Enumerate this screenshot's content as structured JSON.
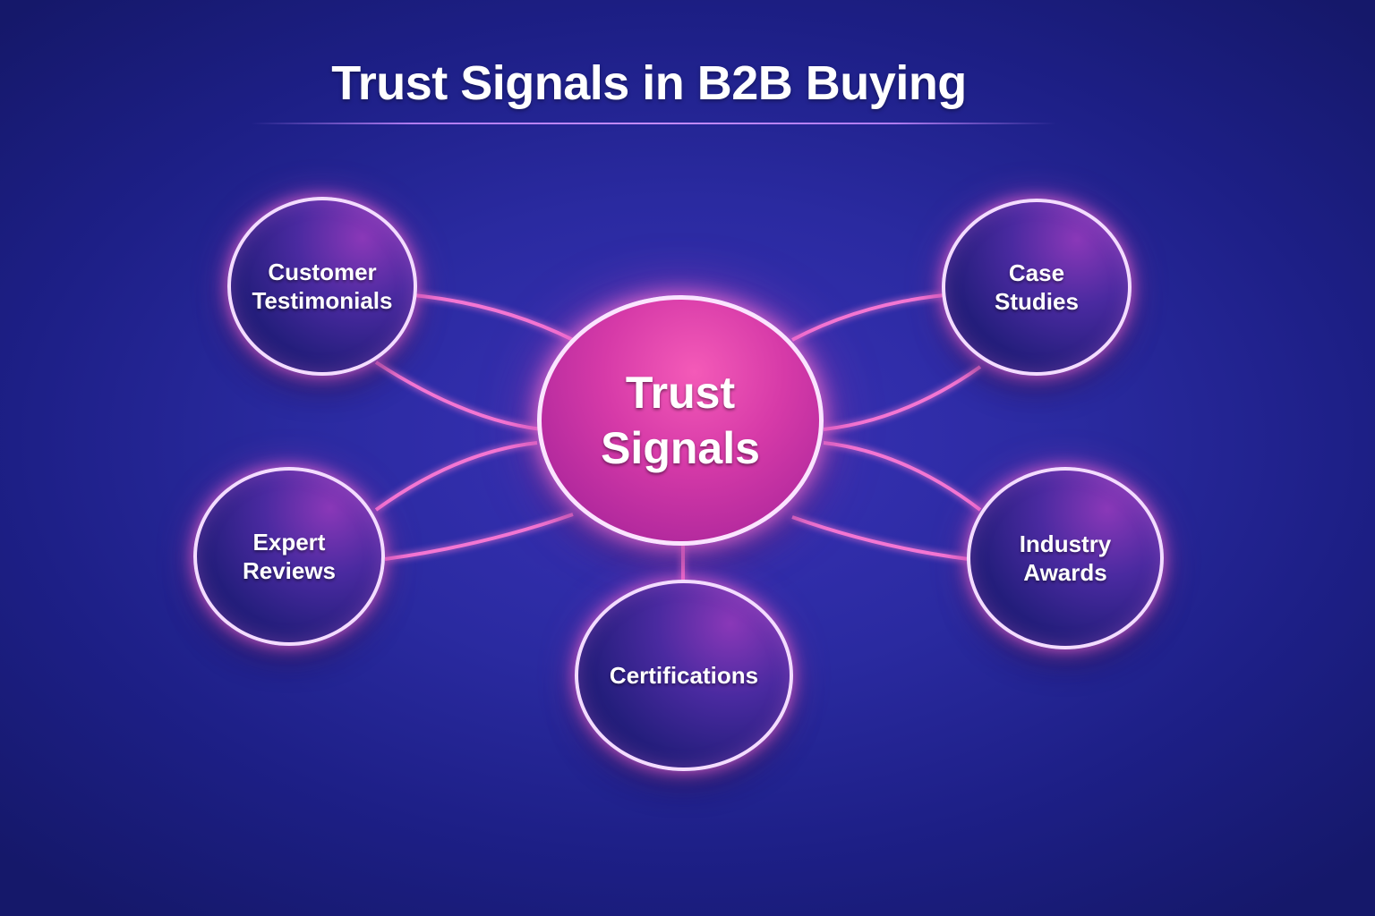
{
  "title": "Trust Signals in B2B Buying",
  "center": {
    "line1": "Trust",
    "line2": "Signals"
  },
  "nodes": [
    {
      "id": "customer-testimonials",
      "line1": "Customer",
      "line2": "Testimonials"
    },
    {
      "id": "case-studies",
      "line1": "Case",
      "line2": "Studies"
    },
    {
      "id": "expert-reviews",
      "line1": "Expert",
      "line2": "Reviews"
    },
    {
      "id": "industry-awards",
      "line1": "Industry",
      "line2": "Awards"
    },
    {
      "id": "certifications",
      "line1": "Certifications",
      "line2": ""
    }
  ],
  "colors": {
    "background": "#1d1f86",
    "center_fill": "#d63aa8",
    "node_fill": "#241e7c",
    "ring": "#f4dcff",
    "link": "#ff6ad0",
    "title_rule": "#b07cf0"
  }
}
